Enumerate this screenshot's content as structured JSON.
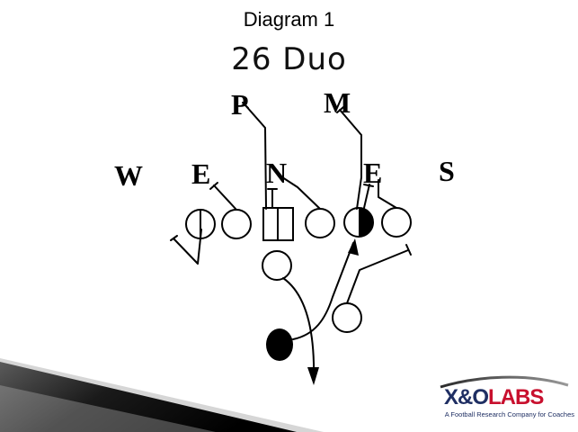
{
  "slide": {
    "subtitle": "Diagram 1",
    "title": "26 Duo"
  },
  "defense": {
    "labels": [
      {
        "id": "P",
        "text": "P"
      },
      {
        "id": "M",
        "text": "M"
      },
      {
        "id": "W",
        "text": "W"
      },
      {
        "id": "E-left",
        "text": "E"
      },
      {
        "id": "N",
        "text": "N"
      },
      {
        "id": "E-right",
        "text": "E"
      },
      {
        "id": "S",
        "text": "S"
      }
    ]
  },
  "brand": {
    "name_part1": "X&O",
    "name_part2": "LABS",
    "tagline": "A Football Research Company for Coaches",
    "colors": {
      "navy": "#1f2f63",
      "red": "#c8102e"
    }
  },
  "colors": {
    "ink": "#000000",
    "background": "#ffffff",
    "wedge_dark": "#1a1a1a",
    "wedge_light": "#cfcfcf"
  }
}
